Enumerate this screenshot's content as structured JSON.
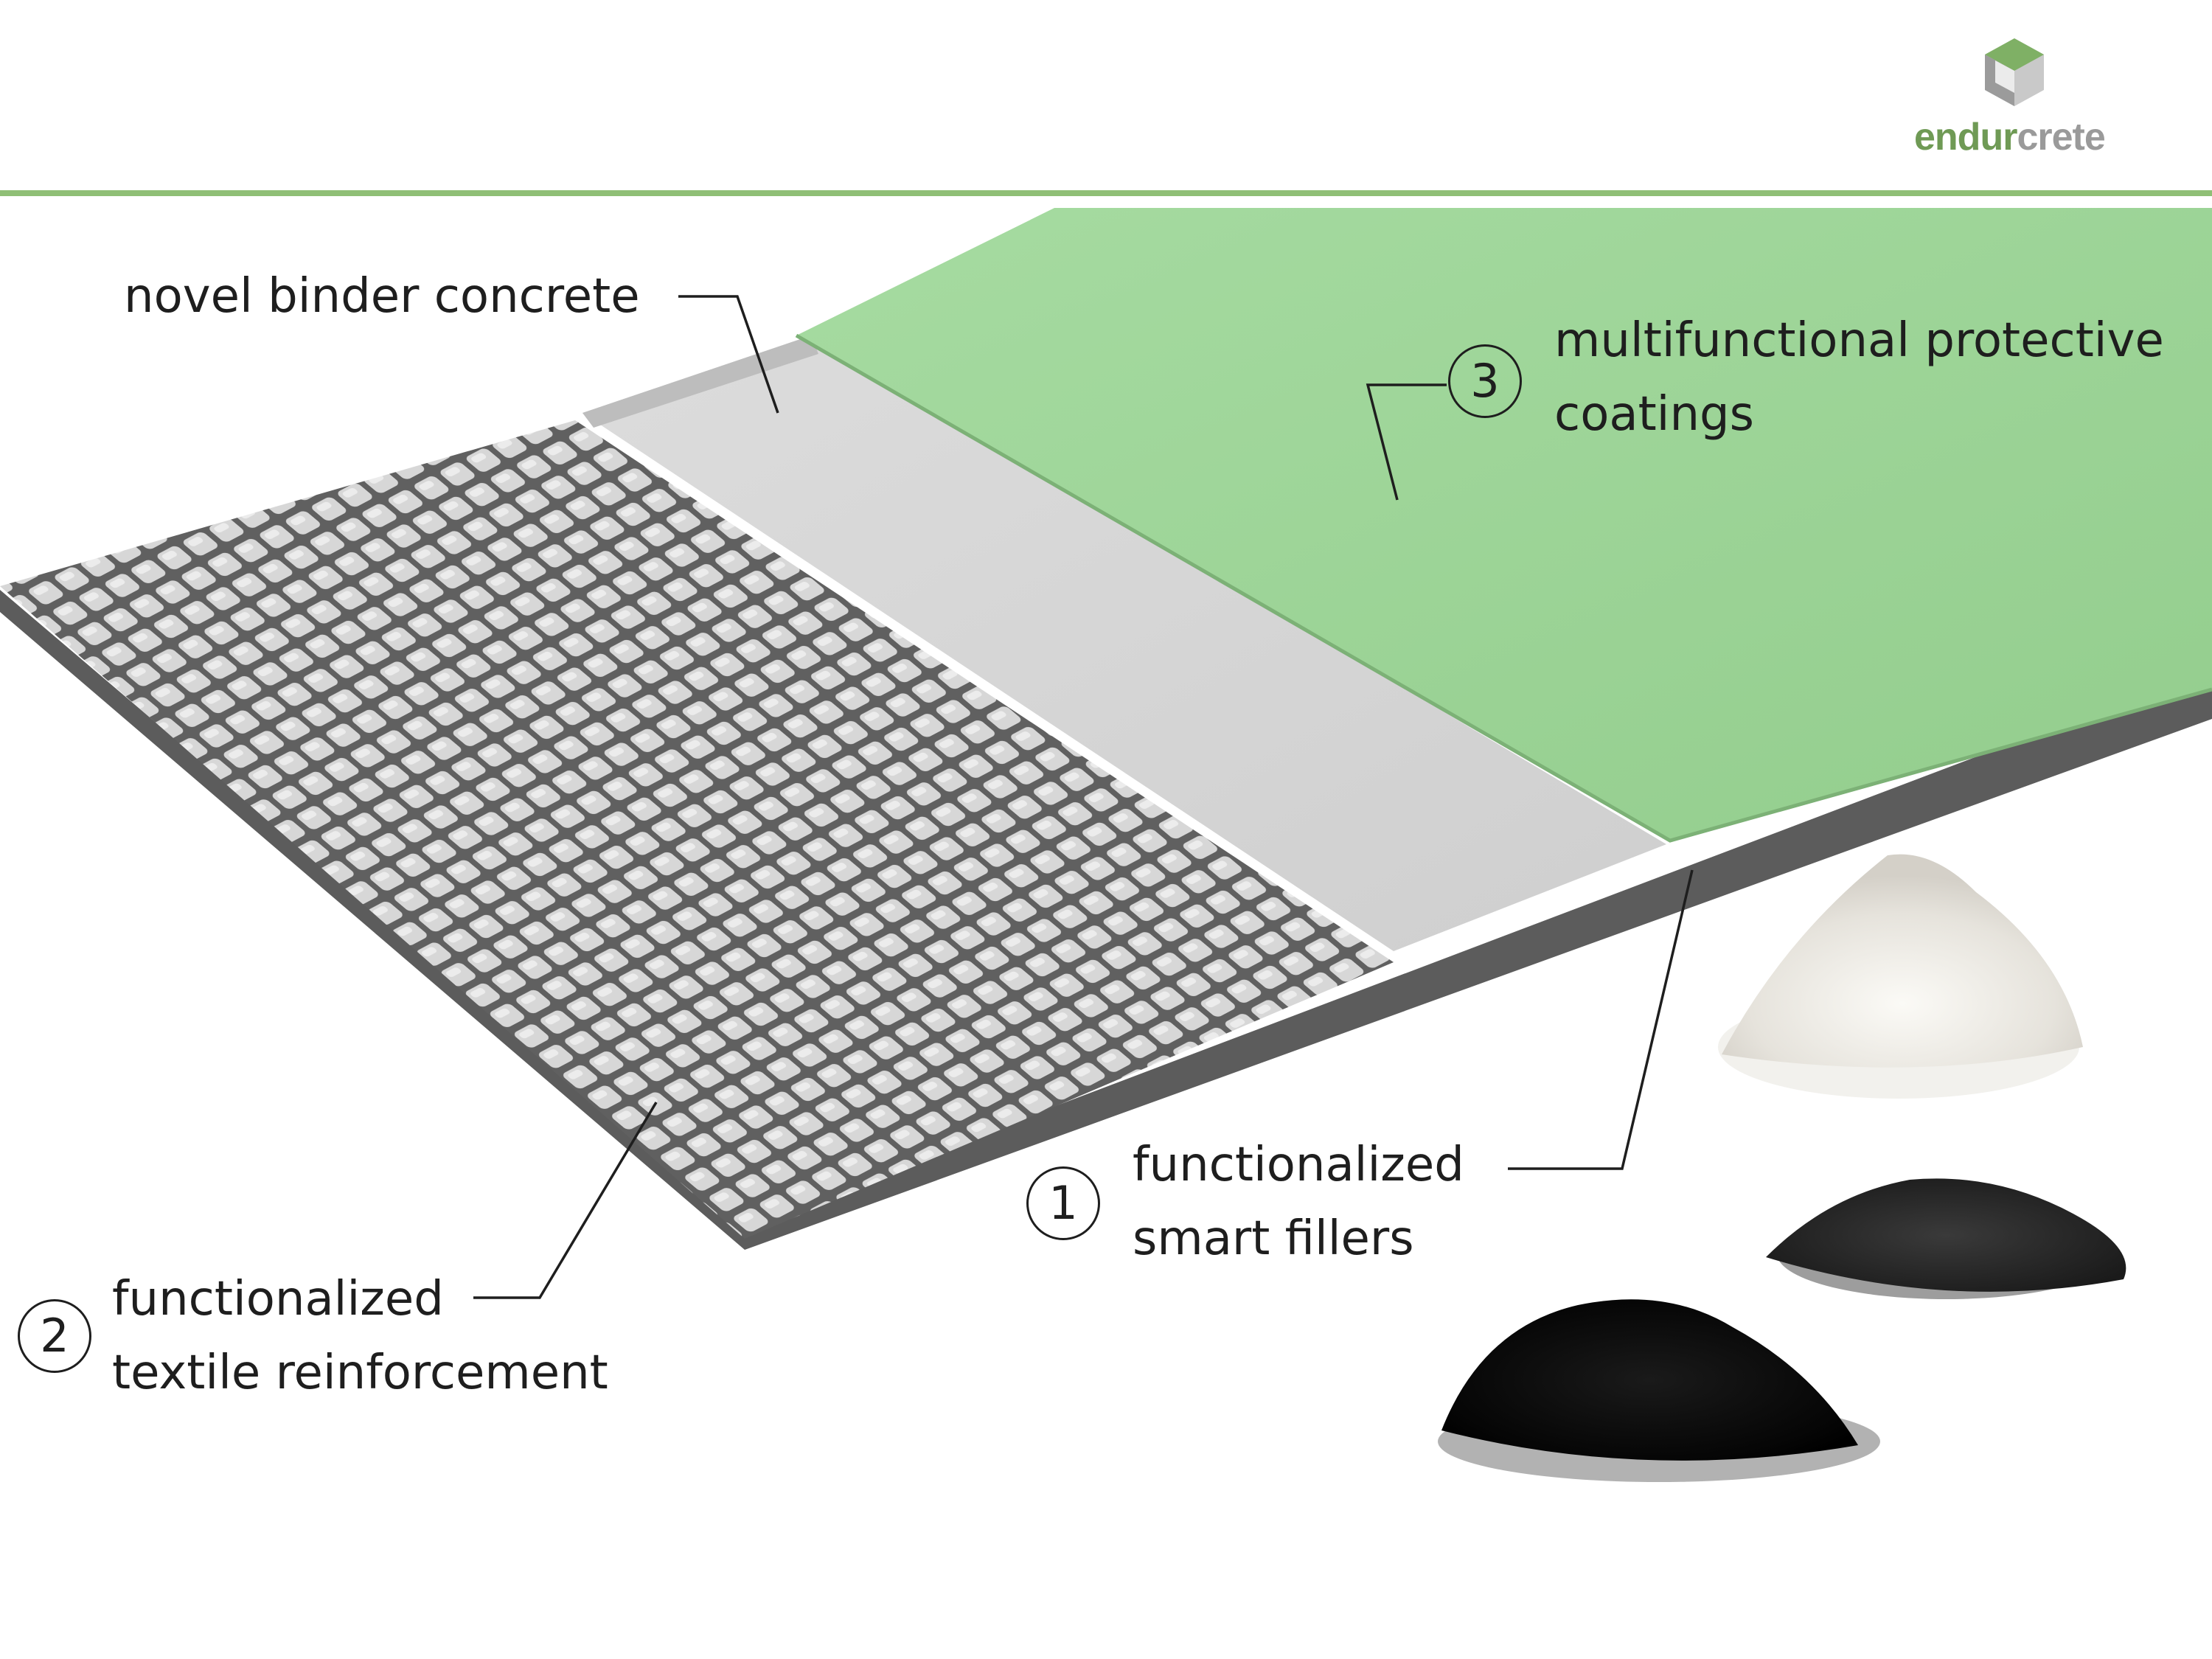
{
  "brand": {
    "name_part_1": "endur",
    "name_part_2": "crete",
    "color_part_1": "#6f9a55",
    "color_part_2": "#9a9a9a",
    "icon": "cube-logo-icon"
  },
  "colors": {
    "accent_rule": "#8fbf76",
    "coating_green": "#9fd69a",
    "concrete_grey": "#d8d8d8",
    "textile_grey": "#bcbcbc"
  },
  "labels": {
    "binder": "novel binder concrete",
    "coatings_number": "3",
    "coatings_line1": "multifunctional protective",
    "coatings_line2": "coatings",
    "fillers_number": "1",
    "fillers_line1": "functionalized",
    "fillers_line2": "smart fillers",
    "textile_number": "2",
    "textile_line1": "functionalized",
    "textile_line2": "textile reinforcement"
  }
}
